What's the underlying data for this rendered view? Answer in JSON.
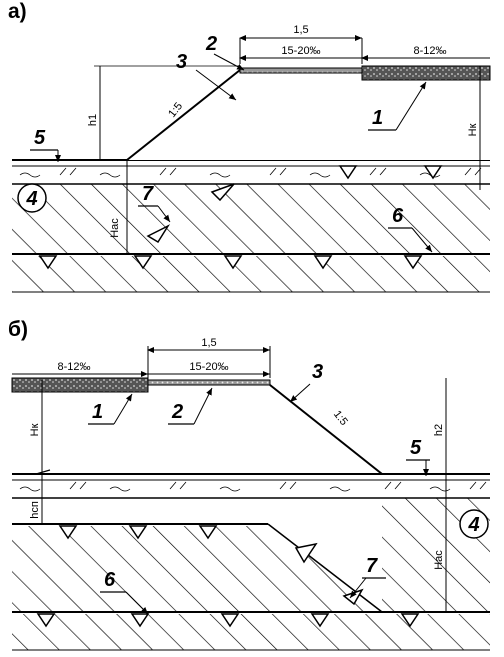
{
  "panels": [
    {
      "id": "a",
      "title": "а)",
      "dim_top": "1,5",
      "slope_shoulder": "15-20‰",
      "slope_pavement": "8-12‰",
      "slope_ratio": "1:5",
      "h_label": "h1",
      "hk_label": "Hк",
      "hac_label": "Hас",
      "labels": [
        "1",
        "2",
        "3",
        "4",
        "5",
        "6",
        "7"
      ]
    },
    {
      "id": "b",
      "title": "б)",
      "dim_top": "1,5",
      "slope_shoulder": "15-20‰",
      "slope_pavement": "8-12‰",
      "slope_ratio": "1:5",
      "h_label": "h2",
      "hk_label": "Hк",
      "hac_label": "Hас",
      "hsn_label": "hсп",
      "labels": [
        "1",
        "2",
        "3",
        "4",
        "5",
        "6",
        "7"
      ]
    }
  ]
}
